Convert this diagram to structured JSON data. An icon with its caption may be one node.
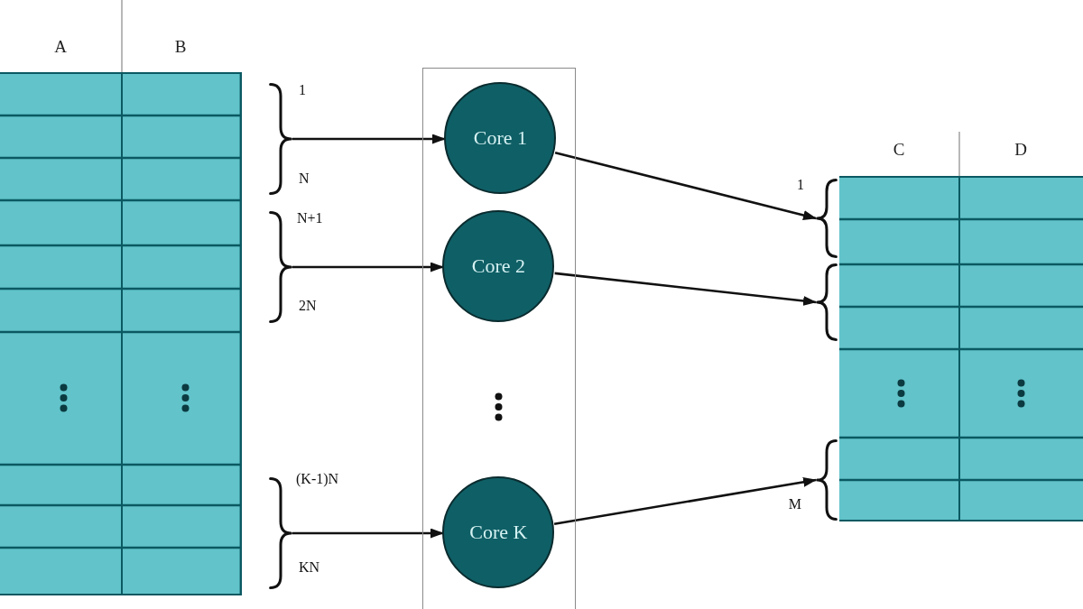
{
  "diagram": {
    "nodes": [
      {
        "text": [
          "A",
          "B"
        ]
      },
      {
        "text": [],
        "shape": "brace",
        "beside": [
          "1",
          "N"
        ]
      },
      {
        "text": [],
        "shape": "brace",
        "beside": [
          "N+1",
          "2N"
        ]
      },
      {
        "text": [],
        "shape": "brace",
        "beside": [
          "(K-1)N",
          "KN"
        ]
      },
      {
        "text": [],
        "shape": "box"
      },
      {
        "text": [
          "Core 1"
        ],
        "in": 4
      },
      {
        "text": [
          "Core 2"
        ],
        "in": 4
      },
      {
        "text": [
          "Core K"
        ],
        "in": 4
      },
      {
        "text": [],
        "shape": "brace",
        "beside": [
          "1"
        ]
      },
      {
        "text": [],
        "shape": "brace"
      },
      {
        "text": [],
        "shape": "brace",
        "beside": [
          "M"
        ]
      },
      {
        "text": [
          "C",
          "D"
        ]
      }
    ],
    "edges": [
      {
        "from": 1,
        "to": 5,
        "arrow": "to"
      },
      {
        "from": 2,
        "to": 6,
        "arrow": "to"
      },
      {
        "from": 3,
        "to": 7,
        "arrow": "to"
      },
      {
        "from": 5,
        "to": 8,
        "arrow": "to"
      },
      {
        "from": 6,
        "to": 9,
        "arrow": "to"
      },
      {
        "from": 7,
        "to": 10,
        "arrow": "to"
      }
    ]
  }
}
